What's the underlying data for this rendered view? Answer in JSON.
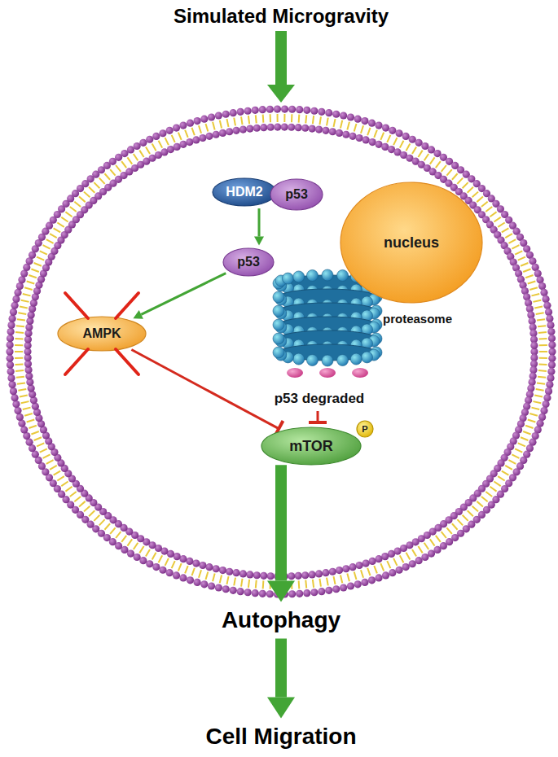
{
  "diagram": {
    "nodes": [
      {
        "text": [
          "Simulated Microgravity"
        ]
      },
      {
        "text": [
          "HDM2"
        ]
      },
      {
        "text": [
          "p53"
        ]
      },
      {
        "text": [
          "nucleus"
        ]
      },
      {
        "text": [
          "p53"
        ]
      },
      {
        "text": [
          "AMPK"
        ]
      },
      {
        "text": [
          "mTOR"
        ]
      },
      {
        "text": [
          "P"
        ]
      },
      {
        "text": [
          "Autophagy"
        ]
      },
      {
        "text": [
          "Cell Migration"
        ]
      }
    ],
    "edges": [
      {
        "from": 1,
        "to": 4,
        "arrow": "to"
      },
      {
        "from": 4,
        "to": 5,
        "arrow": "to"
      },
      {
        "from": 5,
        "to": 6,
        "arrow": "to"
      },
      {
        "from": 6,
        "to": 8,
        "arrow": "to"
      },
      {
        "from": 8,
        "to": 9,
        "arrow": "to"
      }
    ],
    "labels": [
      "proteasome",
      "p53 degraded"
    ]
  }
}
